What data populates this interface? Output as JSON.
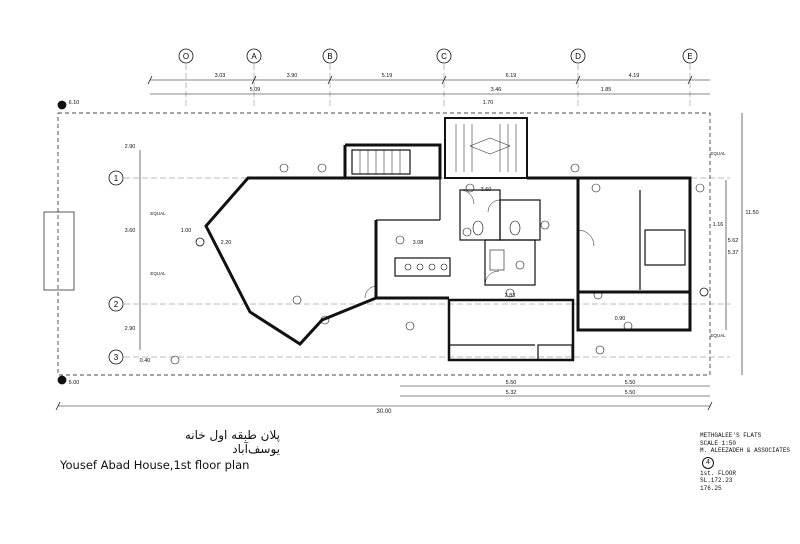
{
  "grid": {
    "columns": [
      "O",
      "A",
      "B",
      "C",
      "D",
      "E"
    ],
    "rows": [
      "1",
      "2",
      "3"
    ]
  },
  "dimensions": {
    "top_spans": [
      "3.03",
      "3.90",
      "5.19",
      "6.19",
      "4.19"
    ],
    "top_spans_2": [
      "5.09",
      "3.46",
      "1.85"
    ],
    "bottom_spans": [
      "5.50",
      "5.50"
    ],
    "bottom_spans_2": [
      "5.32",
      "5.50"
    ],
    "overall": "30.00",
    "right_overall": "11.50",
    "right_sub": [
      "5.62",
      "5.37"
    ],
    "left_sub": [
      "2.90",
      "3.60",
      "2.90"
    ],
    "levels": [
      "6.10",
      "5.00",
      "3.60",
      "3.08",
      "2.83",
      "2.20",
      "1.70",
      "1.16",
      "1.00",
      "0.90",
      "0.40"
    ]
  },
  "labels": {
    "equal": "EQUAL"
  },
  "captions": {
    "persian": "پلان طبقه اول خانه یوسف‌آباد",
    "english": "Yousef Abad House,1st floor plan"
  },
  "title_block": {
    "line1": "METHGALEE'S FLATS",
    "line2": "SCALE 1:50",
    "line3": "M. ALEEZADEH & ASSOCIATES",
    "sheet_number": "4",
    "line4": "1st. FLOOR",
    "line5": "SL.172.23",
    "line6": "176.25"
  }
}
